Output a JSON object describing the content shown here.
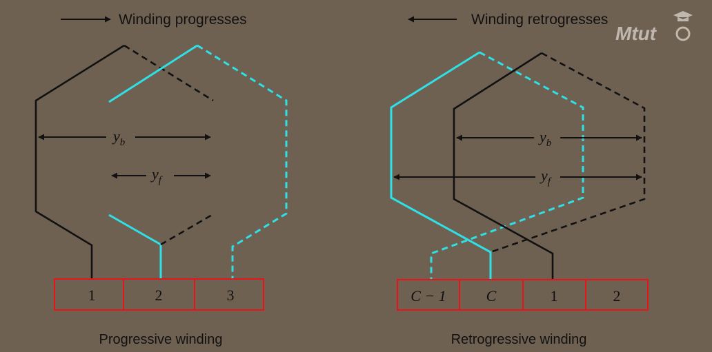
{
  "left": {
    "header": "Winding progresses",
    "caption": "Progressive winding",
    "yb_label": "y",
    "yb_sub": "b",
    "yf_label": "y",
    "yf_sub": "f",
    "segments": [
      "1",
      "2",
      "3"
    ]
  },
  "right": {
    "header": "Winding retrogresses",
    "caption": "Retrogressive winding",
    "yb_label": "y",
    "yb_sub": "b",
    "yf_label": "y",
    "yf_sub": "f",
    "segments": [
      "C − 1",
      "C",
      "1",
      "2"
    ]
  },
  "logo": "Mtut",
  "colors": {
    "background": "#6e6152",
    "black_coil": "#111111",
    "cyan_coil": "#2fe0e6",
    "yellow_side": "#f3f01a",
    "green_side": "#b5e055",
    "segment_border": "#e8141a"
  }
}
